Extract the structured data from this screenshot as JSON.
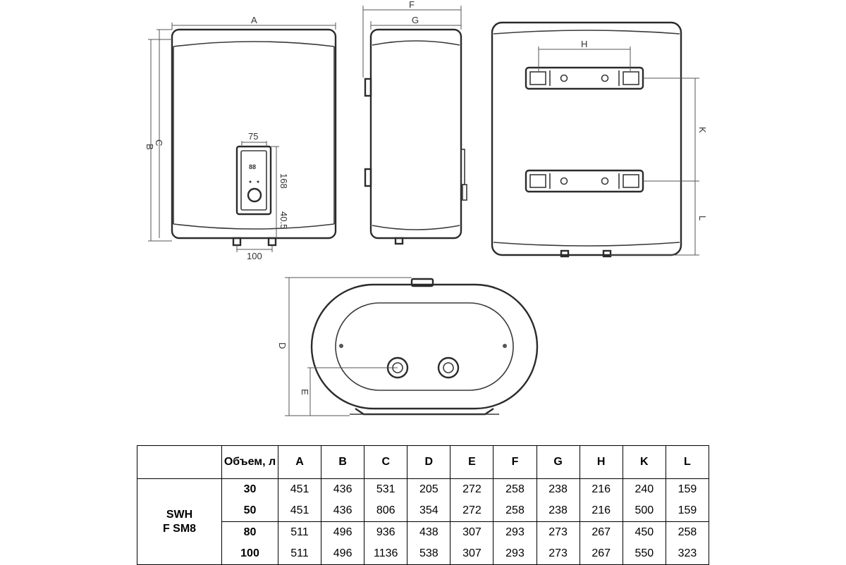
{
  "drawing": {
    "dimension_labels": {
      "A": "A",
      "B": "B",
      "C": "C",
      "D": "D",
      "E": "E",
      "F": "F",
      "G": "G",
      "H": "H",
      "K": "K",
      "L": "L"
    },
    "control_panel": {
      "width": "75",
      "height": "168",
      "bottom_gap": "40.5",
      "pipe_spacing": "100",
      "display": "88"
    }
  },
  "table": {
    "model_line1": "SWH",
    "model_line2": "F SM8",
    "volume_header": "Объем, л",
    "columns": [
      "A",
      "B",
      "C",
      "D",
      "E",
      "F",
      "G",
      "H",
      "K",
      "L"
    ],
    "rows": [
      {
        "volume": "30",
        "values": [
          "451",
          "436",
          "531",
          "205",
          "272",
          "258",
          "238",
          "216",
          "240",
          "159"
        ]
      },
      {
        "volume": "50",
        "values": [
          "451",
          "436",
          "806",
          "354",
          "272",
          "258",
          "238",
          "216",
          "500",
          "159"
        ]
      },
      {
        "volume": "80",
        "values": [
          "511",
          "496",
          "936",
          "438",
          "307",
          "293",
          "273",
          "267",
          "450",
          "258"
        ]
      },
      {
        "volume": "100",
        "values": [
          "511",
          "496",
          "1136",
          "538",
          "307",
          "293",
          "273",
          "267",
          "550",
          "323"
        ]
      }
    ]
  }
}
